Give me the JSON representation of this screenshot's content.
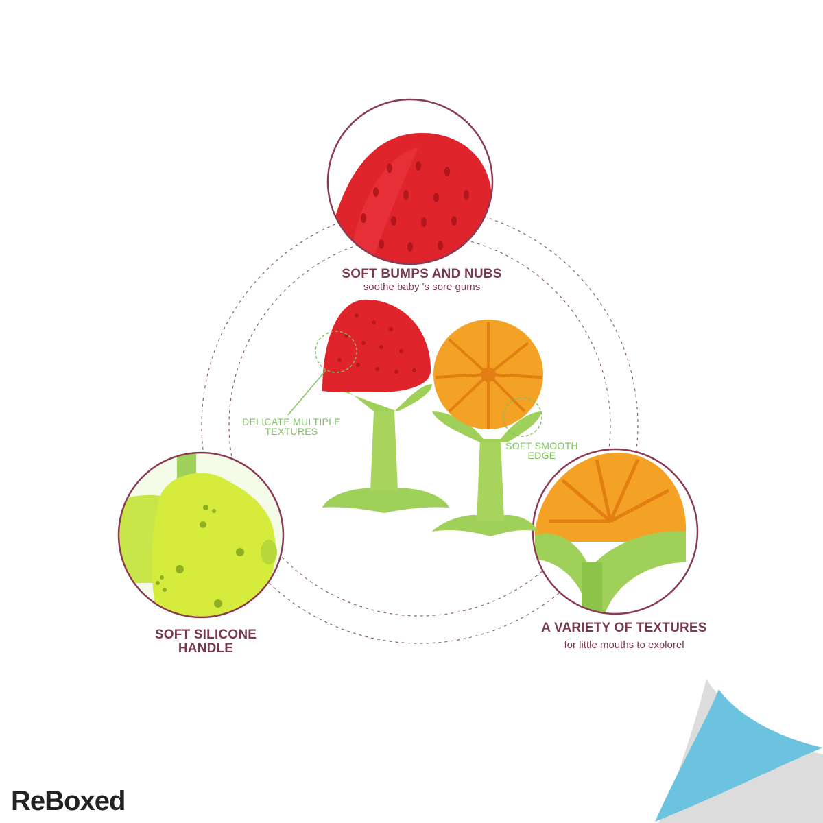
{
  "callouts": {
    "top": {
      "title": "SOFT BUMPS AND NUBS",
      "subtitle": "soothe baby 's sore gums"
    },
    "left": {
      "title_line1": "SOFT SILICONE",
      "title_line2": "HANDLE"
    },
    "right": {
      "title": "A VARIETY OF TEXTURES",
      "subtitle": "for little mouths to explorel"
    },
    "center_left": {
      "line1": "DELICATE MULTIPLE",
      "line2": "TEXTURES"
    },
    "center_right": {
      "line1": "SOFT SMOOTH",
      "line2": "EDGE"
    }
  },
  "brand": {
    "name": "ReBoxed"
  },
  "colors": {
    "label": "#7a3a4e",
    "accent_green": "#7cc25a",
    "strawberry": "#e0242b",
    "orange": "#f3a225",
    "stem": "#9fd05a",
    "corner": "#6cc3e0"
  }
}
